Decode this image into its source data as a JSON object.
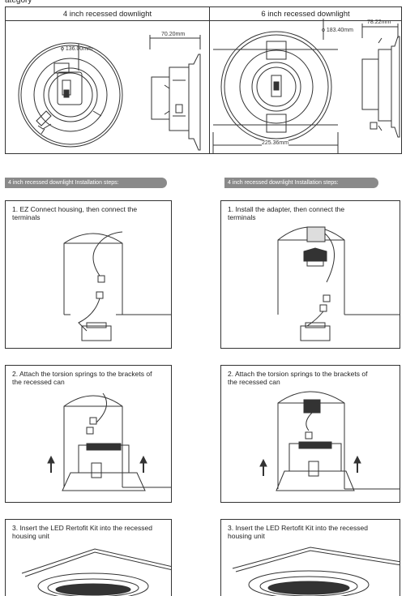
{
  "top_crop": "ategory",
  "table": {
    "left_header": "4 inch recessed downlight",
    "right_header": "6 inch recessed downlight",
    "left_diameter": "136.00mm",
    "left_depth": "70.20mm",
    "right_diameter": "183.40mm",
    "right_depth": "78.22mm",
    "right_width": "225.36mm",
    "diameter_symbol": "ϕ"
  },
  "sections": {
    "left_title": "4 inch recessed downlight Installation steps:",
    "right_title": "4 inch recessed downlight Installation steps:"
  },
  "steps_left": [
    "1.  EZ Connect  housing, then connect the\n     terminals",
    "2. Attach the torsion springs to the brackets of\n    the recessed can",
    "3. Insert the LED Rertofit Kit into the recessed\n    housing unit"
  ],
  "steps_right": [
    "1.  Install the adapter, then connect the\n     terminals",
    "2. Attach the torsion springs to the brackets of\n    the recessed can",
    "3. Insert the LED Rertofit Kit into the recessed\n    housing unit"
  ],
  "colors": {
    "pill_bg": "#8a8a8a",
    "line": "#333333"
  }
}
